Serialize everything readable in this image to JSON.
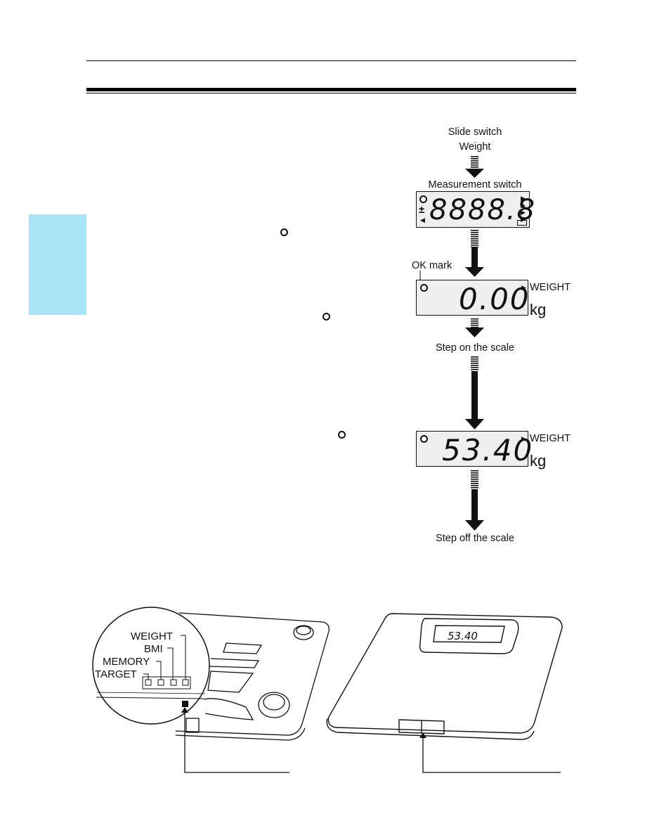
{
  "flow": {
    "slide_switch": "Slide switch",
    "weight": "Weight",
    "measurement_switch": "Measurement switch",
    "ok_mark": "OK mark",
    "step_on": "Step on the scale",
    "step_off": "Step off the scale"
  },
  "display_all": {
    "digits": "8888.8",
    "plusminus": "±"
  },
  "display_zero": {
    "digits": "0.00",
    "label": "WEIGHT",
    "unit": "kg"
  },
  "display_reading": {
    "digits": "53.40",
    "label": "WEIGHT",
    "unit": "kg"
  },
  "inset": {
    "weight": "WEIGHT",
    "bmi": "BMI",
    "memory": "MEMORY",
    "target": "TARGET"
  },
  "scale_display": "53.40",
  "colors": {
    "side_tab": "#a9e3f6",
    "lcd_bg": "#efefef"
  }
}
